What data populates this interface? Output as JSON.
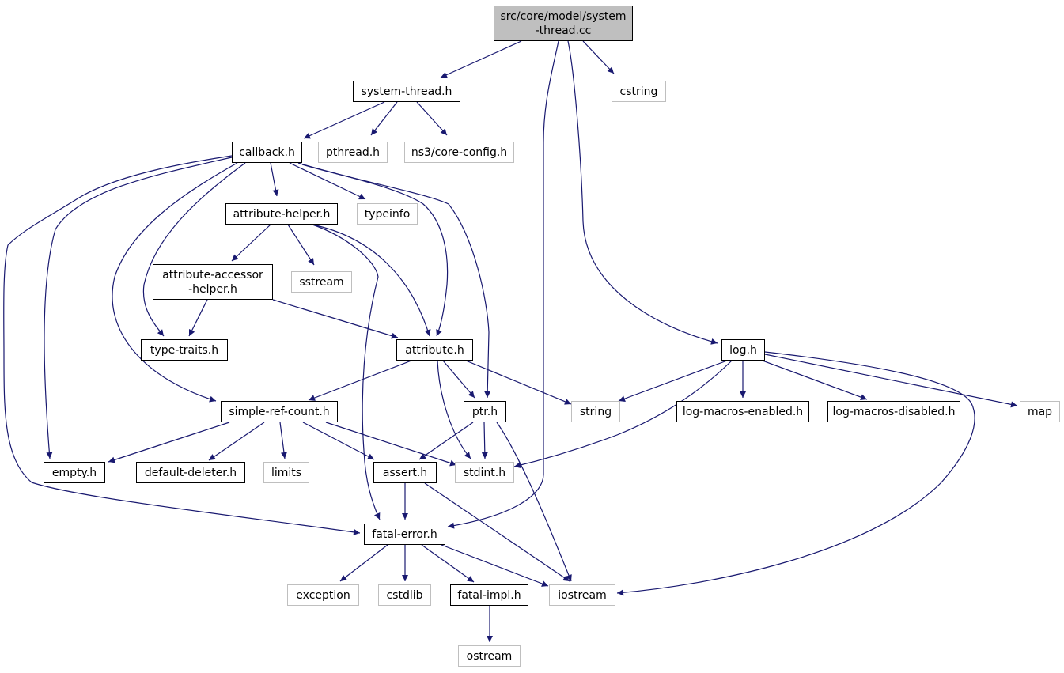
{
  "colors": {
    "edge": "#191970",
    "internal_border": "#000000",
    "external_border": "#bfbfbf",
    "root_fill": "#bfbfbf"
  },
  "nodes": {
    "root": "src/core/model/system\n-thread.cc",
    "system_thread_h": "system-thread.h",
    "cstring": "cstring",
    "callback_h": "callback.h",
    "pthread_h": "pthread.h",
    "core_config_h": "ns3/core-config.h",
    "attribute_helper_h": "attribute-helper.h",
    "typeinfo": "typeinfo",
    "attribute_accessor_helper_h": "attribute-accessor\n-helper.h",
    "sstream": "sstream",
    "type_traits_h": "type-traits.h",
    "attribute_h": "attribute.h",
    "log_h": "log.h",
    "simple_ref_count_h": "simple-ref-count.h",
    "ptr_h": "ptr.h",
    "string": "string",
    "log_macros_enabled_h": "log-macros-enabled.h",
    "log_macros_disabled_h": "log-macros-disabled.h",
    "map": "map",
    "empty_h": "empty.h",
    "default_deleter_h": "default-deleter.h",
    "limits": "limits",
    "assert_h": "assert.h",
    "stdint_h": "stdint.h",
    "fatal_error_h": "fatal-error.h",
    "exception": "exception",
    "cstdlib": "cstdlib",
    "fatal_impl_h": "fatal-impl.h",
    "iostream": "iostream",
    "ostream": "ostream"
  }
}
